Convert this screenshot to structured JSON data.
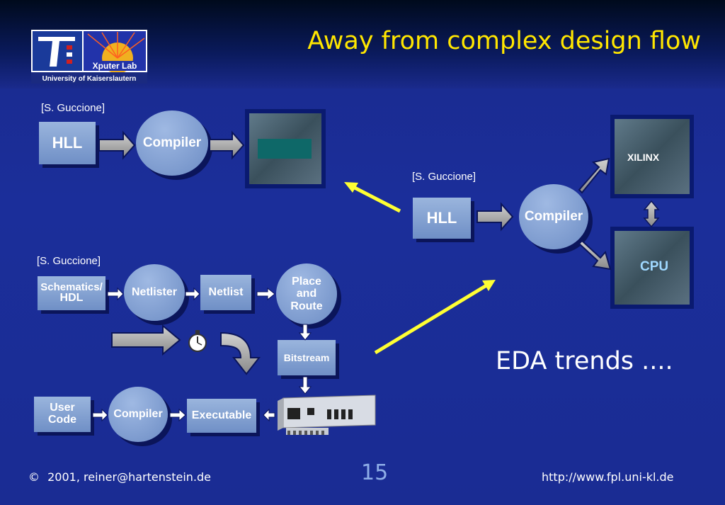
{
  "title": "Away from complex design flow",
  "logo": {
    "lab": "Xputer Lab",
    "university": "University of Kaiserslautern"
  },
  "flow1": {
    "ref": "[S. Guccione]",
    "hll": "HLL",
    "compiler": "Compiler"
  },
  "flow2": {
    "ref": "[S. Guccione]",
    "hll": "HLL",
    "compiler": "Compiler",
    "fpga_brand": "XILINX",
    "cpu_label": "CPU"
  },
  "flow3": {
    "ref": "[S. Guccione]",
    "schematics": "Schematics/",
    "hdl": "HDL",
    "netlister": "Netlister",
    "netlist": "Netlist",
    "place": "Place",
    "and": "and",
    "route": "Route",
    "bitstream": "Bitstream",
    "user": "User",
    "code": "Code",
    "compiler": "Compiler",
    "executable": "Executable"
  },
  "eda_trends": "EDA trends ....",
  "footer": {
    "copyright_symbol": "©",
    "year": "2001,",
    "email": "reiner@hartenstein.de",
    "page_number": "15",
    "url": "http://www.fpl.uni-kl.de"
  },
  "colors": {
    "title": "#ffe600",
    "background": "#1b2e9a",
    "box": "#7d9bd0",
    "arrow_yellow": "#ffff33"
  }
}
